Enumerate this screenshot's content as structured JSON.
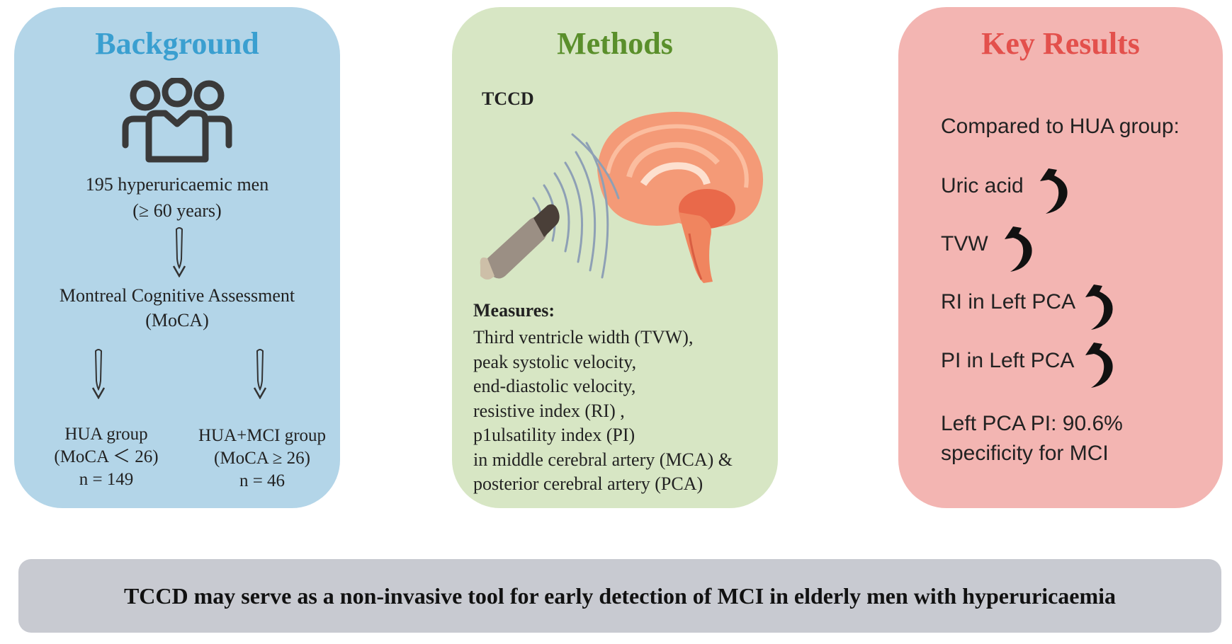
{
  "background": {
    "title": "Background",
    "subjects_line1": "195 hyperuricaemic men",
    "subjects_line2": "(≥ 60 years)",
    "assessment_line1": "Montreal Cognitive Assessment",
    "assessment_line2": "(MoCA)",
    "groups": [
      {
        "name": "HUA group",
        "criterion": "(MoCA ＜ 26)",
        "n": "n = 149"
      },
      {
        "name": "HUA+MCI group",
        "criterion": "(MoCA ≥ 26)",
        "n": "n = 46"
      }
    ],
    "icon": "people-group-icon",
    "color": "#3a9fd0"
  },
  "methods": {
    "title": "Methods",
    "technique": "TCCD",
    "measures_title": "Measures:",
    "measures": [
      "Third ventricle width (TVW),",
      "peak systolic velocity,",
      "end-diastolic velocity,",
      "resistive index (RI) ,",
      "p1ulsatility index (PI)",
      "in middle cerebral artery (MCA) &",
      "posterior cerebral artery (PCA)"
    ],
    "icon": "brain-ultrasound-icon",
    "color": "#5a8f2b"
  },
  "key_results": {
    "title": "Key Results",
    "compared": "Compared to HUA group:",
    "items": [
      {
        "label": "Uric acid",
        "direction": "increase"
      },
      {
        "label": "TVW",
        "direction": "increase"
      },
      {
        "label": "RI in Left PCA",
        "direction": "increase"
      },
      {
        "label": "PI in Left PCA",
        "direction": "increase"
      }
    ],
    "specificity_line1": "Left PCA PI: 90.6%",
    "specificity_line2": "specificity for MCI",
    "color": "#e3504c"
  },
  "conclusion": "TCCD may serve as a non-invasive tool for early detection of MCI in elderly men with hyperuricaemia"
}
